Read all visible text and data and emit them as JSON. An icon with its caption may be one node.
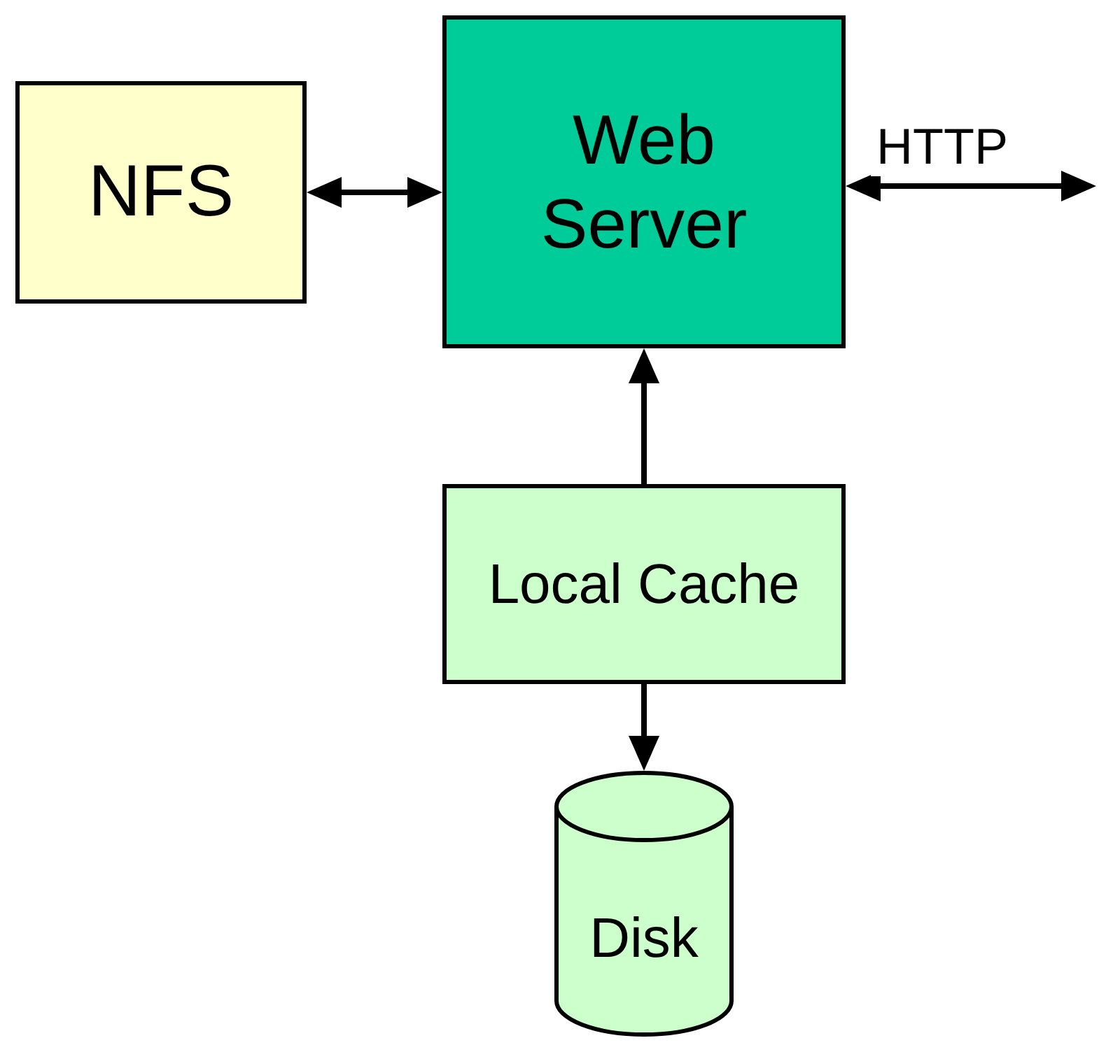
{
  "diagram": {
    "nodes": [
      {
        "text": [
          "NFS"
        ]
      },
      {
        "text": [
          "Web Server"
        ]
      },
      {
        "text": [
          "Local Cache"
        ]
      },
      {
        "text": [
          "Disk"
        ]
      }
    ],
    "edges": [
      {
        "from": 0,
        "to": 1,
        "arrow": "both"
      },
      {
        "from": 1,
        "to": null,
        "arrow": "both",
        "label": "HTTP"
      },
      {
        "from": 2,
        "to": 1,
        "arrow": "to"
      },
      {
        "from": 2,
        "to": 3,
        "arrow": "to"
      }
    ]
  }
}
